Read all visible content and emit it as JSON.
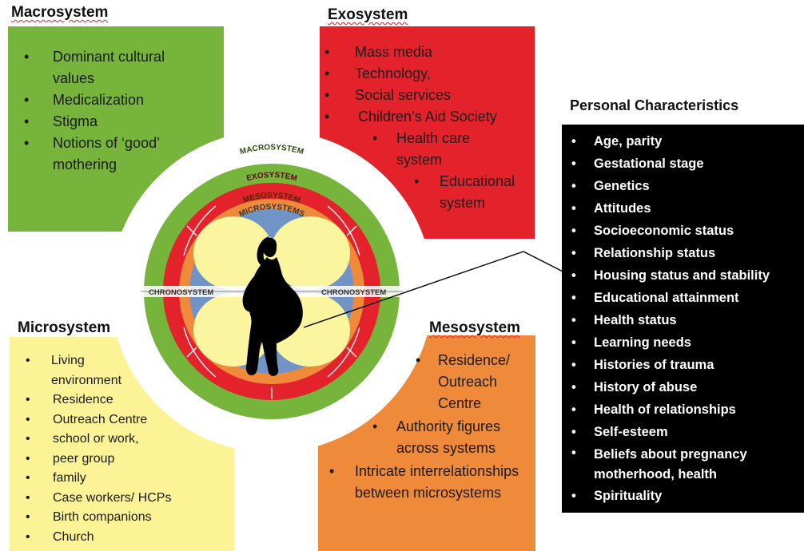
{
  "macrosystem": {
    "title": "Macrosystem",
    "color": "#76b43c",
    "items": [
      "Dominant cultural values",
      "Medicalization",
      "Stigma",
      "Notions of ‘good’ mothering"
    ]
  },
  "exosystem": {
    "title": "Exosystem",
    "color": "#e3222b",
    "items": [
      "Mass media",
      "Technology,",
      "Social services",
      "Children’s Aid Society",
      "Health care system",
      "Educational system"
    ]
  },
  "microsystem": {
    "title": "Microsystem",
    "color": "#fcf397",
    "items": [
      "Living environment",
      "Residence",
      "Outreach Centre",
      "school or work,",
      "peer group",
      "family",
      "Case workers/ HCPs",
      "Birth companions",
      "Church"
    ]
  },
  "mesosystem": {
    "title": "Mesosystem",
    "color": "#ef8a3a",
    "items": [
      "Residence/ Outreach Centre",
      "Authority figures across systems",
      "Intricate interrelationships between microsystems"
    ]
  },
  "personal": {
    "title": "Personal Characteristics",
    "items": [
      "Age, parity",
      "Gestational stage",
      "Genetics",
      "Attitudes",
      "Socioeconomic status",
      "Relationship status",
      "Housing status and stability",
      "Educational attainment",
      "Health status",
      "Learning needs",
      "Histories of trauma",
      "History of abuse",
      "Health of relationships",
      "Self-esteem",
      "Beliefs about pregnancy motherhood, health",
      "Spirituality"
    ]
  },
  "diagram": {
    "ring_macro": "MACROSYSTEM",
    "ring_exo": "EXOSYSTEM",
    "ring_meso": "MESOSYSTEM",
    "ring_micro": "MICROSYSTEMS",
    "chrono_left": "CHRONOSYSTEM",
    "chrono_right": "CHRONOSYSTEM"
  }
}
